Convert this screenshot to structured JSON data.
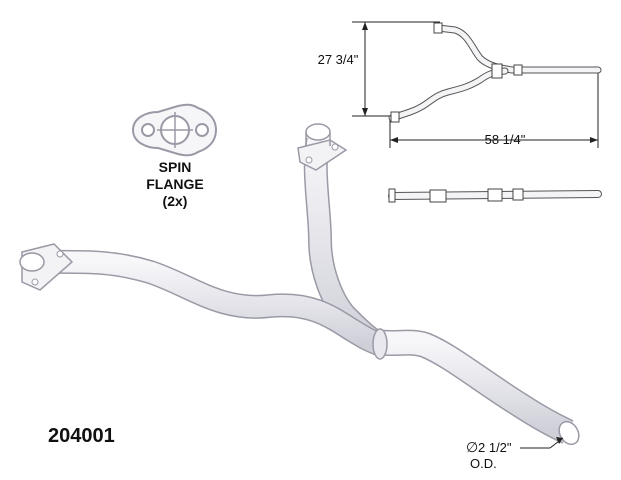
{
  "part_number": "204001",
  "flange_label": {
    "line1": "SPIN",
    "line2": "FLANGE",
    "line3": "(2x)"
  },
  "dimensions": {
    "height": "27 3/4\"",
    "length": "58 1/4\"",
    "diameter": "2 1/2\"",
    "diameter_note": "O.D.",
    "diameter_symbol": "∅"
  },
  "colors": {
    "pipe_fill": "#ececf0",
    "pipe_outline": "#9a9aa6",
    "line": "#222222"
  }
}
